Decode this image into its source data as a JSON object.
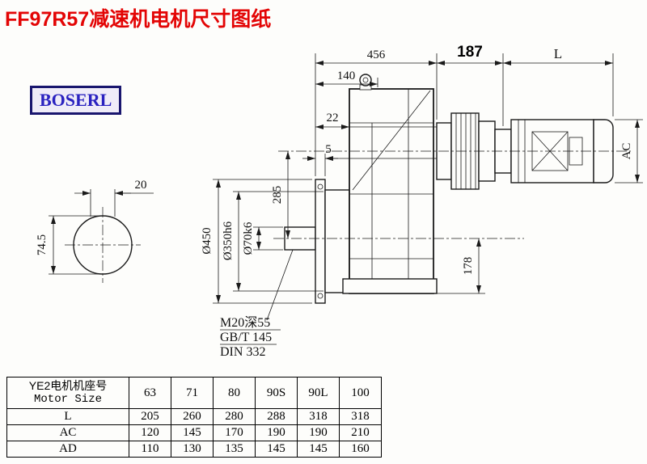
{
  "page": {
    "title": "FF97R57减速机电机尺寸图纸",
    "logo": "BOSERL"
  },
  "drawing": {
    "dims": {
      "top_456": "456",
      "top_187": "187",
      "top_L": "L",
      "d140": "140",
      "d22": "22",
      "d5": "5",
      "d285": "285",
      "dia450": "Ø450",
      "dia350": "Ø350h6",
      "dia70": "Ø70k6",
      "d178": "178",
      "ac": "AC",
      "shaft_width": "20",
      "shaft_height": "74.5"
    },
    "notes": [
      "M20深55",
      "GB/T 145",
      "DIN 332"
    ]
  },
  "table": {
    "header_cn": "YE2电机机座号",
    "header_en": "Motor Size",
    "sizes": [
      "63",
      "71",
      "80",
      "90S",
      "90L",
      "100"
    ],
    "rows": [
      {
        "label": "L",
        "values": [
          "205",
          "260",
          "280",
          "288",
          "318",
          "318"
        ]
      },
      {
        "label": "AC",
        "values": [
          "120",
          "145",
          "170",
          "190",
          "190",
          "210"
        ]
      },
      {
        "label": "AD",
        "values": [
          "110",
          "130",
          "135",
          "145",
          "145",
          "160"
        ]
      }
    ]
  }
}
